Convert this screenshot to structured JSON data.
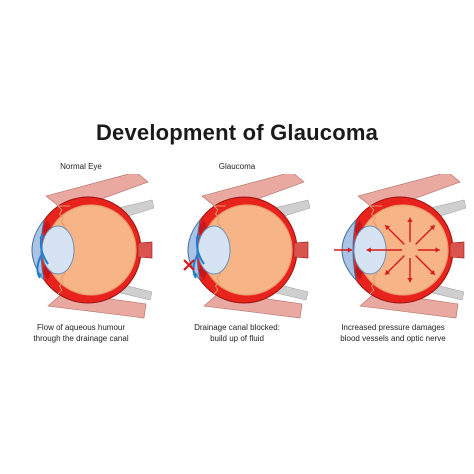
{
  "title": "Development of Glaucoma",
  "panels": [
    {
      "label": "Normal Eye",
      "caption": [
        "Flow of aqueous humour",
        "through the drainage canal"
      ],
      "variant": "normal"
    },
    {
      "label": "Glaucoma",
      "caption": [
        "Drainage canal blocked:",
        "build up of fluid"
      ],
      "variant": "blocked"
    },
    {
      "label": "",
      "caption": [
        "Increased pressure damages",
        "blood vessels and optic nerve"
      ],
      "variant": "pressure"
    }
  ],
  "colors": {
    "sclera": "#e8221c",
    "vitreous": "#f6b487",
    "vitreous_dark": "#e99a6b",
    "lens": "#d6e3f3",
    "cornea": "#a9c4e4",
    "flow_arrow": "#1e7fd0",
    "blocked_mark": "#d7191c",
    "pressure_arrow": "#d7191c",
    "muscle": "#e9a9a1",
    "tendon": "#cfcfcf"
  }
}
